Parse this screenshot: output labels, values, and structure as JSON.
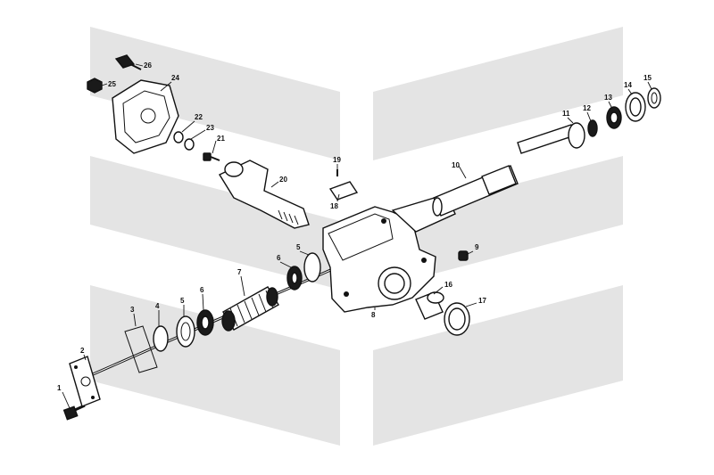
{
  "diagram": {
    "type": "exploded-parts-diagram",
    "watermark_color": "#e4e4e4",
    "ink_color": "#111111",
    "callouts": [
      "1",
      "2",
      "3",
      "4",
      "5",
      "6",
      "7",
      "8",
      "9",
      "10",
      "11",
      "12",
      "13",
      "14",
      "15",
      "16",
      "17",
      "18",
      "19",
      "20",
      "21",
      "22",
      "23",
      "24",
      "25",
      "26",
      "5",
      "6"
    ]
  }
}
